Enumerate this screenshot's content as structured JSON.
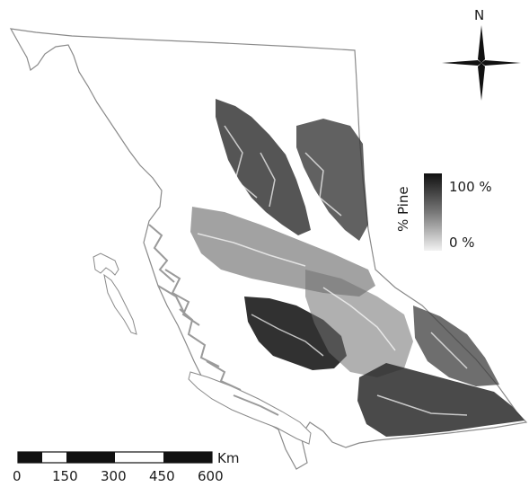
{
  "north_arrow": {
    "label": "N",
    "icon": "compass-rose-icon"
  },
  "legend": {
    "title": "% Pine",
    "max_label": "100 %",
    "min_label": "0 %",
    "color_high": "#111111",
    "color_low": "#f2f2f2"
  },
  "scale_bar": {
    "unit": "Km",
    "ticks": [
      "0",
      "150",
      "300",
      "450",
      "600"
    ]
  },
  "colors": {
    "outline": "#8a8a8a",
    "pine_dark": "#1b1b1b",
    "pine_mid": "#6e6e6e",
    "pine_light": "#c4c4c4"
  }
}
